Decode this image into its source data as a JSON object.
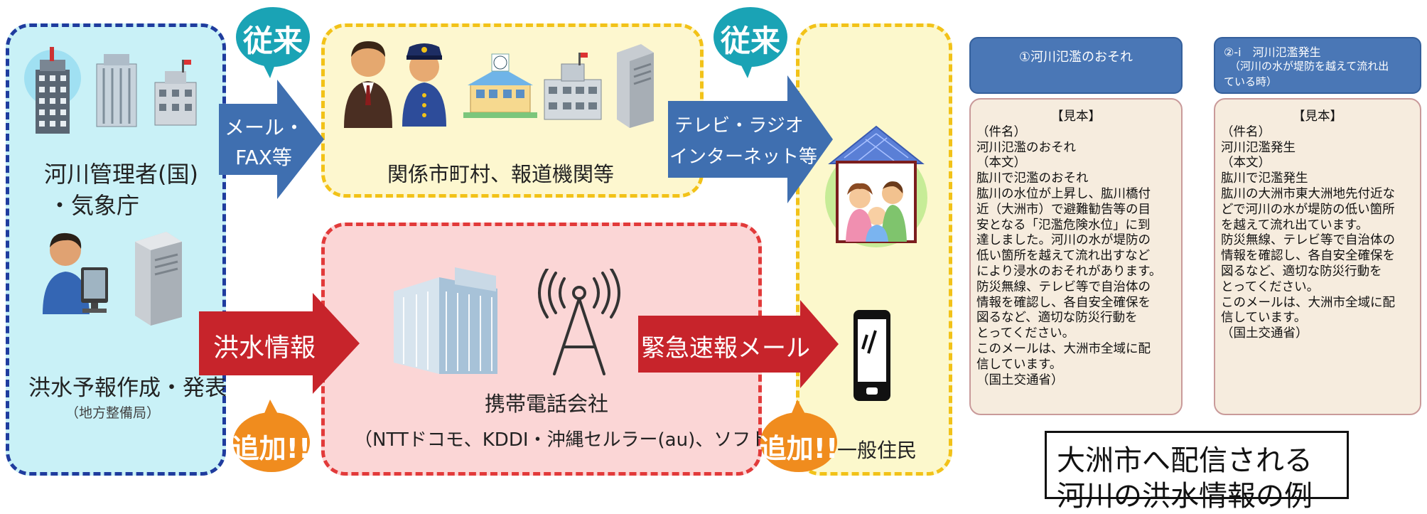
{
  "left_panel": {
    "title_line1": "河川管理者(国)",
    "title_line2": "・気象庁",
    "caption": "洪水予報作成・発表",
    "subcaption": "（地方整備局）"
  },
  "bubbles": {
    "traditional_1": "従来",
    "traditional_2": "従来",
    "added_1": "追加!!",
    "added_2": "追加!!"
  },
  "arrows": {
    "mail_fax_line1": "メール・",
    "mail_fax_line2": "FAX等",
    "tv_radio_line1": "テレビ・ラジオ",
    "tv_radio_line2": "インターネット等",
    "flood_info": "洪水情報",
    "emergency_mail": "緊急速報メール"
  },
  "center_top": {
    "label": "関係市町村、報道機関等"
  },
  "center_bottom": {
    "label": "携帯電話会社",
    "carriers": "（NTTドコモ、KDDI・沖縄セルラー(au)、ソフトバンク）"
  },
  "right_panel": {
    "label": "一般住民"
  },
  "card1": {
    "header": "①河川氾濫のおそれ",
    "lines": [
      "【見本】",
      "（件名）",
      "河川氾濫のおそれ",
      "（本文）",
      "肱川で氾濫のおそれ",
      "肱川の水位が上昇し、肱川橋付",
      "近（大洲市）で避難勧告等の目",
      "安となる「氾濫危険水位」に到",
      "達しました。河川の水が堤防の",
      "低い箇所を越えて流れ出すなど",
      "により浸水のおそれがあります。",
      "防災無線、テレビ等で自治体の",
      "情報を確認し、各自安全確保を",
      "図るなど、適切な防災行動を",
      "とってください。",
      "このメールは、大洲市全域に配",
      "信しています。",
      "（国土交通省）"
    ]
  },
  "card2": {
    "header_line1": "②-ⅰ　河川氾濫発生",
    "header_line2": "（河川の水が堤防を越えて流れ出",
    "header_line3": "ている時）",
    "lines": [
      "【見本】",
      "（件名）",
      "河川氾濫発生",
      "（本文）",
      "肱川で氾濫発生",
      "肱川の大洲市東大洲地先付近な",
      "どで河川の水が堤防の低い箇所",
      "を越えて流れ出ています。",
      "防災無線、テレビ等で自治体の",
      "情報を確認し、各自安全確保を",
      "図るなど、適切な防災行動を",
      "とってください。",
      "このメールは、大洲市全域に配",
      "信しています。",
      "（国土交通省）"
    ]
  },
  "caption_box": {
    "line1": "大洲市へ配信される",
    "line2": "河川の洪水情報の例"
  },
  "colors": {
    "left_bg": "#c9f1f7",
    "left_border": "#1f3c9e",
    "top_bg": "#fdf7cf",
    "top_border": "#f2c218",
    "bottom_bg": "#fbd6d6",
    "bottom_border": "#e23a3a",
    "right_bg": "#fcf8cc",
    "right_border": "#f2c218",
    "blue_arrow": "#3f6fb0",
    "red_arrow": "#c7242b",
    "bubble_teal": "#1aa3b5",
    "bubble_orange": "#f08c1e",
    "card_header": "#4a77b6",
    "card_body": "#f6ecde"
  },
  "icons": [
    "office-building-icon",
    "government-building-icon",
    "school-icon",
    "person-icon",
    "police-officer-icon",
    "server-icon",
    "computer-user-icon",
    "telecom-building-icon",
    "antenna-icon",
    "house-family-icon",
    "smartphone-icon"
  ]
}
